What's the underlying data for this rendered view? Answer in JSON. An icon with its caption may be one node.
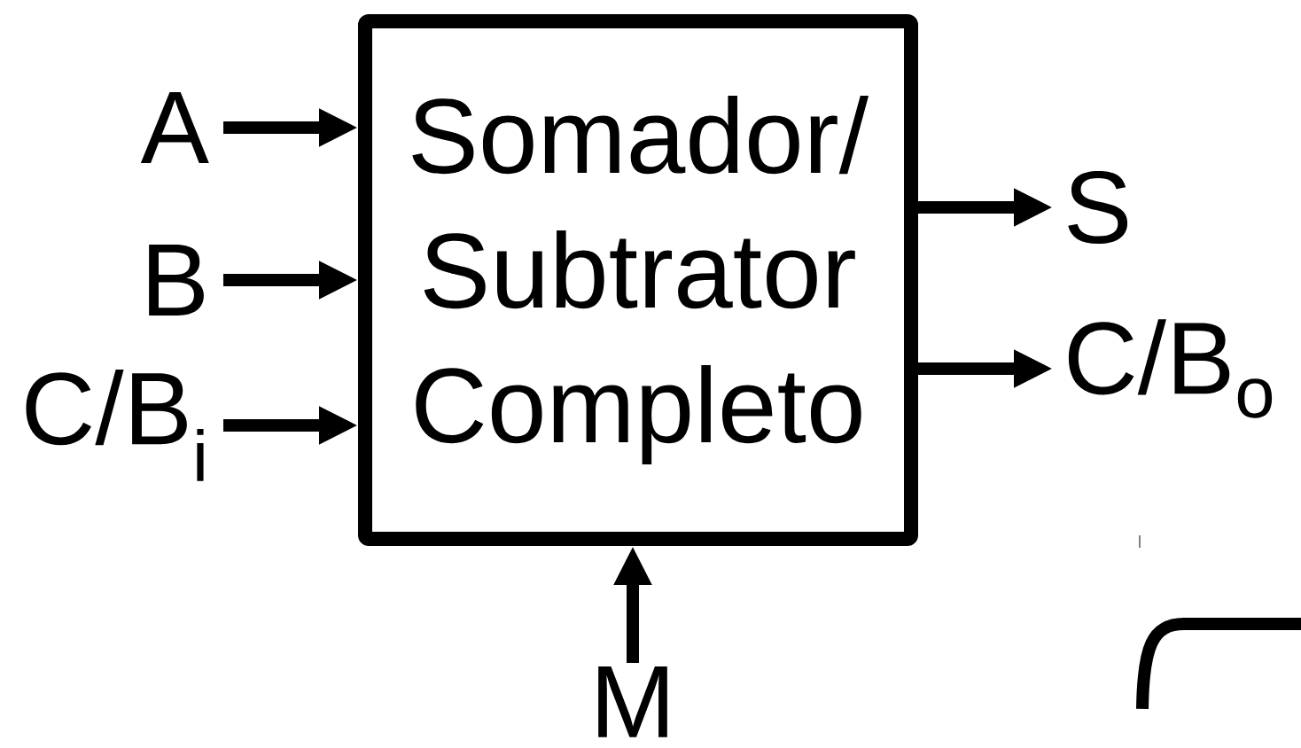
{
  "diagram": {
    "nodes": [
      {
        "text": [
          "Somador/ Subtrator Completo"
        ]
      },
      {
        "text": [
          "A"
        ]
      },
      {
        "text": [
          "B"
        ]
      },
      {
        "text": [
          "C/B$_{i}$"
        ]
      },
      {
        "text": [
          "S"
        ]
      },
      {
        "text": [
          "C/B$_{o}$"
        ]
      },
      {
        "text": [
          "M"
        ]
      }
    ],
    "edges": [
      {
        "from": 1,
        "to": 0,
        "arrow": "to"
      },
      {
        "from": 2,
        "to": 0,
        "arrow": "to"
      },
      {
        "from": 3,
        "to": 0,
        "arrow": "to"
      },
      {
        "from": 0,
        "to": 4,
        "arrow": "to"
      },
      {
        "from": 0,
        "to": 5,
        "arrow": "to"
      },
      {
        "from": 6,
        "to": 0,
        "arrow": "to"
      }
    ]
  }
}
